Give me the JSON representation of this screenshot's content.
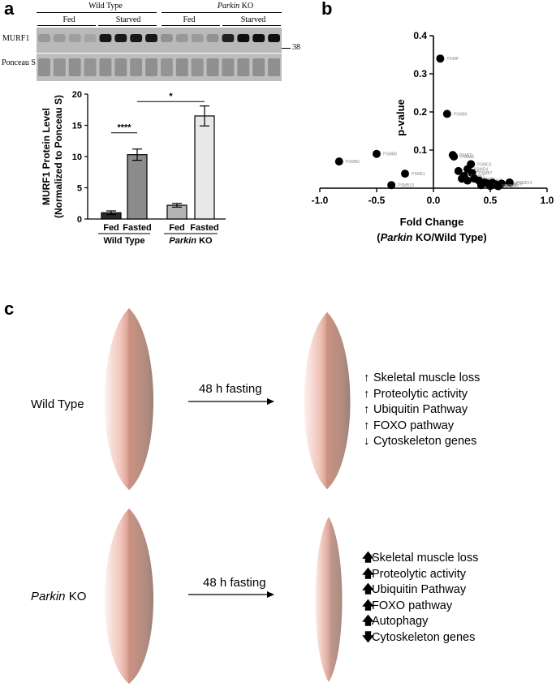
{
  "panel_a": {
    "letter": "a",
    "blot": {
      "group_labels": [
        "Wild Type",
        "Parkin KO"
      ],
      "group_label_suffix": "KO",
      "group_label_italic": "Parkin",
      "condition_labels": [
        "Fed",
        "Starved",
        "Fed",
        "Starved"
      ],
      "row_labels": [
        "MURF1",
        "Ponceau S"
      ],
      "marker": "38",
      "murf1_levels": [
        0.22,
        0.2,
        0.18,
        0.15,
        0.95,
        0.95,
        0.95,
        0.95,
        0.25,
        0.22,
        0.2,
        0.25,
        0.9,
        1.0,
        1.0,
        1.0
      ],
      "ponceau_levels": [
        0.8,
        0.75,
        0.8,
        0.75,
        0.8,
        0.8,
        0.78,
        0.8,
        0.75,
        0.8,
        0.75,
        0.8,
        0.78,
        0.8,
        0.8,
        0.8
      ]
    }
  },
  "panel_b": {
    "letter": "b"
  },
  "panel_c": {
    "letter": "c",
    "rows": [
      {
        "genotype": "Wild Type",
        "genotype_italic": "",
        "genotype_rest": "Wild Type",
        "arrow_label": "48 h fasting",
        "findings": [
          {
            "dir": "↑",
            "text": "Skeletal muscle loss"
          },
          {
            "dir": "↑",
            "text": "Proteolytic activity"
          },
          {
            "dir": "↑",
            "text": "Ubiquitin Pathway"
          },
          {
            "dir": "↑",
            "text": "FOXO pathway"
          },
          {
            "dir": "↓",
            "text": "Cytoskeleton genes"
          }
        ]
      },
      {
        "genotype": "Parkin KO",
        "genotype_italic": "Parkin",
        "genotype_rest": " KO",
        "arrow_label": "48 h fasting",
        "findings": [
          {
            "dir": "🡅",
            "text": "Skeletal muscle loss"
          },
          {
            "dir": "🡅",
            "text": "Proteolytic activity"
          },
          {
            "dir": "🡅",
            "text": "Ubiquitin Pathway"
          },
          {
            "dir": "🡅",
            "text": "FOXO pathway"
          },
          {
            "dir": "🡅",
            "text": "Autophagy"
          },
          {
            "dir": "🡇",
            "text": "Cytoskeleton genes"
          }
        ]
      }
    ],
    "colors": {
      "muscle_light": "#fbe6e2",
      "muscle_mid": "#e9a99d",
      "muscle_dark": "#a9857a"
    }
  },
  "chart_data": [
    {
      "type": "bar",
      "ylabel": "MURF1 Protein Level (Normalized to Ponceau S)",
      "ylabel_line1": "MURF1 Protein Level",
      "ylabel_line2": "(Normalized to Ponceau S)",
      "categories": [
        "Fed",
        "Fasted",
        "Fed",
        "Fasted"
      ],
      "groups": [
        "Wild Type",
        "Parkin KO"
      ],
      "values": [
        1.0,
        10.3,
        2.2,
        16.5
      ],
      "errors": [
        0.3,
        0.9,
        0.3,
        1.6
      ],
      "colors": [
        "#2b2b2b",
        "#8c8c8c",
        "#b4b4b4",
        "#e8e8e8"
      ],
      "ylim": [
        0,
        20
      ],
      "yticks": [
        0,
        5,
        10,
        15,
        20
      ],
      "significance": [
        {
          "bars": [
            0,
            1
          ],
          "label": "****"
        },
        {
          "bars": [
            1,
            3
          ],
          "label": "*"
        }
      ]
    },
    {
      "type": "scatter",
      "xlabel": "Fold Change",
      "xlabel_line2_italic": "Parkin",
      "xlabel_line2_rest": " KO/Wild Type)",
      "xlabel_line2_open": "(",
      "ylabel": "p-value",
      "xlim": [
        -1.0,
        1.0
      ],
      "ylim": [
        0,
        0.4
      ],
      "xticks": [
        -1.0,
        -0.5,
        0.0,
        0.5,
        1.0
      ],
      "xtick_labels": [
        "-1.0",
        "-0.5",
        "0.0",
        "0.5",
        "1.0"
      ],
      "yticks": [
        0.1,
        0.2,
        0.3,
        0.4
      ],
      "ytick_labels": [
        "0.1",
        "0.2",
        "0.3",
        "0.4"
      ],
      "points": [
        {
          "x": 0.06,
          "y": 0.34,
          "label": "POMP"
        },
        {
          "x": 0.12,
          "y": 0.195,
          "label": "PSMB5"
        },
        {
          "x": -0.5,
          "y": 0.09,
          "label": "PSMB8"
        },
        {
          "x": -0.83,
          "y": 0.07,
          "label": "PSMB9"
        },
        {
          "x": 0.17,
          "y": 0.087,
          "label": "PSMD1"
        },
        {
          "x": 0.18,
          "y": 0.083,
          "label": "PSMA3"
        },
        {
          "x": 0.33,
          "y": 0.063,
          "label": "PSMC3"
        },
        {
          "x": 0.22,
          "y": 0.045,
          "label": "PSMA4"
        },
        {
          "x": 0.3,
          "y": 0.05,
          "label": "PSMD4"
        },
        {
          "x": 0.34,
          "y": 0.04,
          "label": "PSMB7"
        },
        {
          "x": -0.25,
          "y": 0.038,
          "label": "PSME1"
        },
        {
          "x": 0.27,
          "y": 0.032,
          "label": "PSMA7"
        },
        {
          "x": 0.25,
          "y": 0.025,
          "label": "PSMD6"
        },
        {
          "x": 0.3,
          "y": 0.02,
          "label": "PSMB2"
        },
        {
          "x": 0.36,
          "y": 0.025,
          "label": "PSMA6"
        },
        {
          "x": 0.4,
          "y": 0.02,
          "label": "PSMD12"
        },
        {
          "x": 0.45,
          "y": 0.015,
          "label": "PSMB1"
        },
        {
          "x": 0.48,
          "y": 0.012,
          "label": "PSMD13"
        },
        {
          "x": 0.52,
          "y": 0.014,
          "label": "PSMC4"
        },
        {
          "x": 0.55,
          "y": 0.01,
          "label": "PSMD8"
        },
        {
          "x": 0.6,
          "y": 0.012,
          "label": "PSMD3"
        },
        {
          "x": 0.67,
          "y": 0.015,
          "label": "PSMD14"
        },
        {
          "x": -0.37,
          "y": 0.008,
          "label": "PSMB10"
        },
        {
          "x": 0.42,
          "y": 0.008,
          "label": "PSMC5"
        },
        {
          "x": 0.5,
          "y": 0.006,
          "label": "PSMD11"
        },
        {
          "x": 0.57,
          "y": 0.005,
          "label": "PSMD2"
        }
      ]
    }
  ]
}
